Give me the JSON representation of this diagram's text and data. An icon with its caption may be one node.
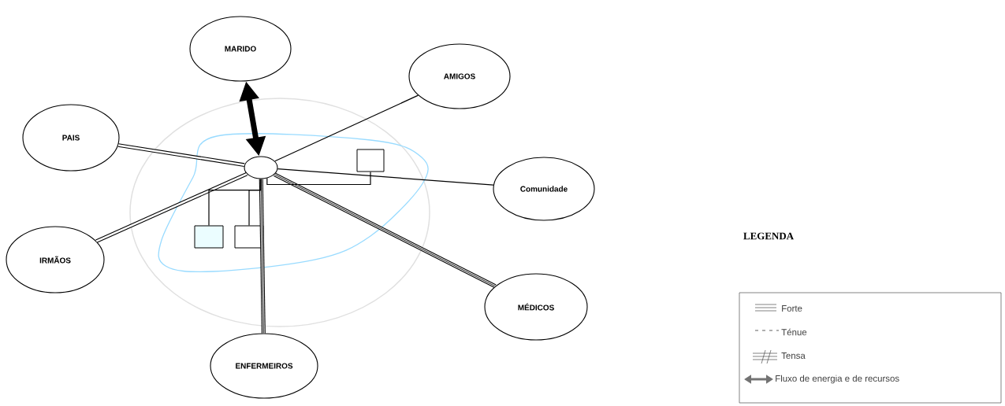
{
  "diagram": {
    "nodes": [
      {
        "text": [],
        "shape": "circle"
      },
      {
        "text": [],
        "shape": "cloud",
        "in": 0
      },
      {
        "text": [],
        "shape": "circle",
        "in": 1
      },
      {
        "text": [],
        "shape": "box",
        "in": 1
      },
      {
        "text": [],
        "shape": "box",
        "in": 1
      },
      {
        "text": [],
        "shape": "box",
        "in": 1
      },
      {
        "text": [
          "MARIDO"
        ]
      },
      {
        "text": [
          "AMIGOS"
        ]
      },
      {
        "text": [
          "PAIS"
        ]
      },
      {
        "text": [
          "Comunidade"
        ]
      },
      {
        "text": [
          "IRMÃOS"
        ]
      },
      {
        "text": [
          "MÉDICOS"
        ]
      },
      {
        "text": [
          "ENFERMEIROS"
        ]
      }
    ],
    "edges": [
      {
        "from": 2,
        "to": 6,
        "arrow": "both",
        "style": "thick"
      },
      {
        "from": 2,
        "to": 7,
        "arrow": "none"
      },
      {
        "from": 8,
        "to": 2,
        "arrow": "none",
        "style": "thick"
      },
      {
        "from": 2,
        "to": 9,
        "arrow": "none"
      },
      {
        "from": 10,
        "to": 2,
        "arrow": "none",
        "style": "thick"
      },
      {
        "from": 2,
        "to": 11,
        "arrow": "none",
        "style": "thick"
      },
      {
        "from": 2,
        "to": 12,
        "arrow": "none",
        "style": "thick"
      },
      {
        "from": 2,
        "to": 4,
        "arrow": "none"
      },
      {
        "from": 2,
        "to": 5,
        "arrow": "none"
      },
      {
        "from": 3,
        "to": 2,
        "arrow": "none"
      }
    ],
    "labels": [
      "LEGENDA"
    ],
    "legend": [
      {
        "text": "Forte"
      },
      {
        "text": "Ténue"
      },
      {
        "text": "Tensa"
      },
      {
        "text": "Fluxo de energia e de recursos"
      }
    ]
  }
}
